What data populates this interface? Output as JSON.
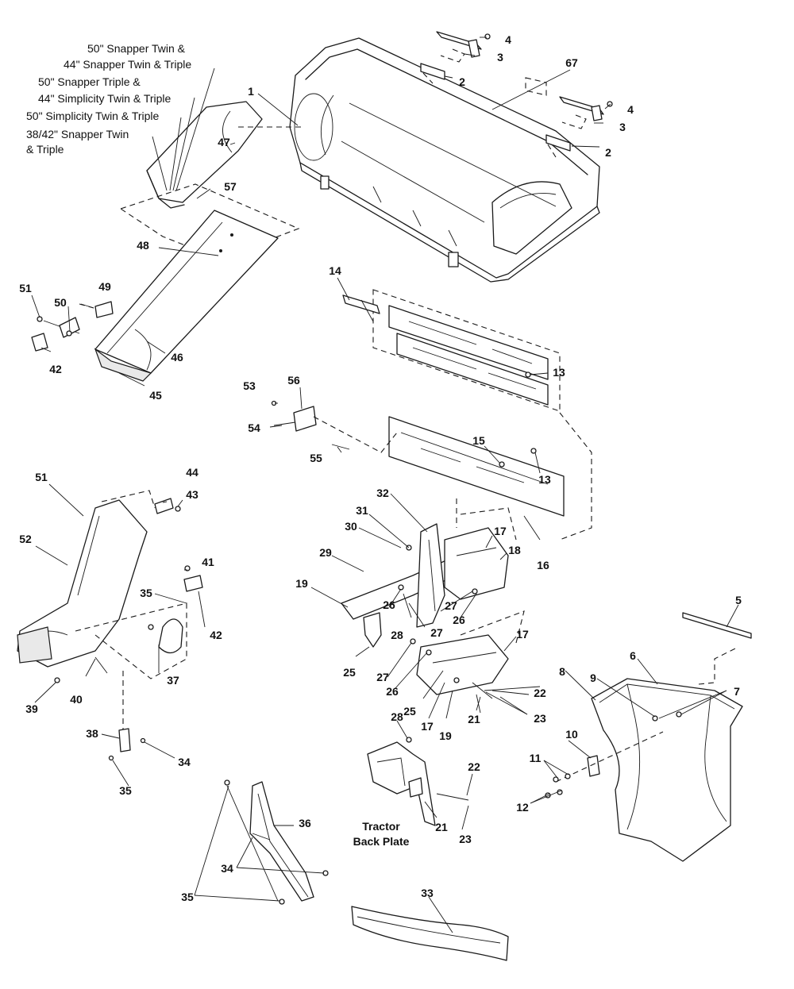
{
  "model_notes": [
    "50\" Snapper Twin &",
    "44\" Snapper Twin & Triple",
    "50\" Snapper Triple &",
    "44\" Simplicity Twin & Triple",
    "50\" Simplicity Twin & Triple",
    "38/42\" Snapper Twin",
    "& Triple"
  ],
  "tractor_back_plate": [
    "Tractor",
    "Back Plate"
  ],
  "callouts": {
    "c1": "1",
    "c2a": "2",
    "c2b": "2",
    "c3a": "3",
    "c3b": "3",
    "c4a": "4",
    "c4b": "4",
    "c5": "5",
    "c6": "6",
    "c7": "7",
    "c8": "8",
    "c9": "9",
    "c10": "10",
    "c11": "11",
    "c12": "12",
    "c13a": "13",
    "c13b": "13",
    "c14": "14",
    "c15": "15",
    "c16": "16",
    "c17a": "17",
    "c17b": "17",
    "c17c": "17",
    "c18": "18",
    "c19a": "19",
    "c19b": "19",
    "c21a": "21",
    "c21b": "21",
    "c22a": "22",
    "c22b": "22",
    "c23a": "23",
    "c23b": "23",
    "c25a": "25",
    "c25b": "25",
    "c26a": "26",
    "c26b": "26",
    "c26c": "26",
    "c27a": "27",
    "c27b": "27",
    "c27c": "27",
    "c28a": "28",
    "c28b": "28",
    "c29": "29",
    "c30": "30",
    "c31": "31",
    "c32": "32",
    "c33": "33",
    "c34a": "34",
    "c34b": "34",
    "c35a": "35",
    "c35b": "35",
    "c35c": "35",
    "c36": "36",
    "c37": "37",
    "c38": "38",
    "c39": "39",
    "c40": "40",
    "c41": "41",
    "c42a": "42",
    "c42b": "42",
    "c43": "43",
    "c44": "44",
    "c45": "45",
    "c46": "46",
    "c47": "47",
    "c48": "48",
    "c49": "49",
    "c50": "50",
    "c51a": "51",
    "c51b": "51",
    "c52": "52",
    "c53": "53",
    "c54": "54",
    "c55": "55",
    "c56": "56",
    "c57": "57",
    "c67": "67"
  }
}
